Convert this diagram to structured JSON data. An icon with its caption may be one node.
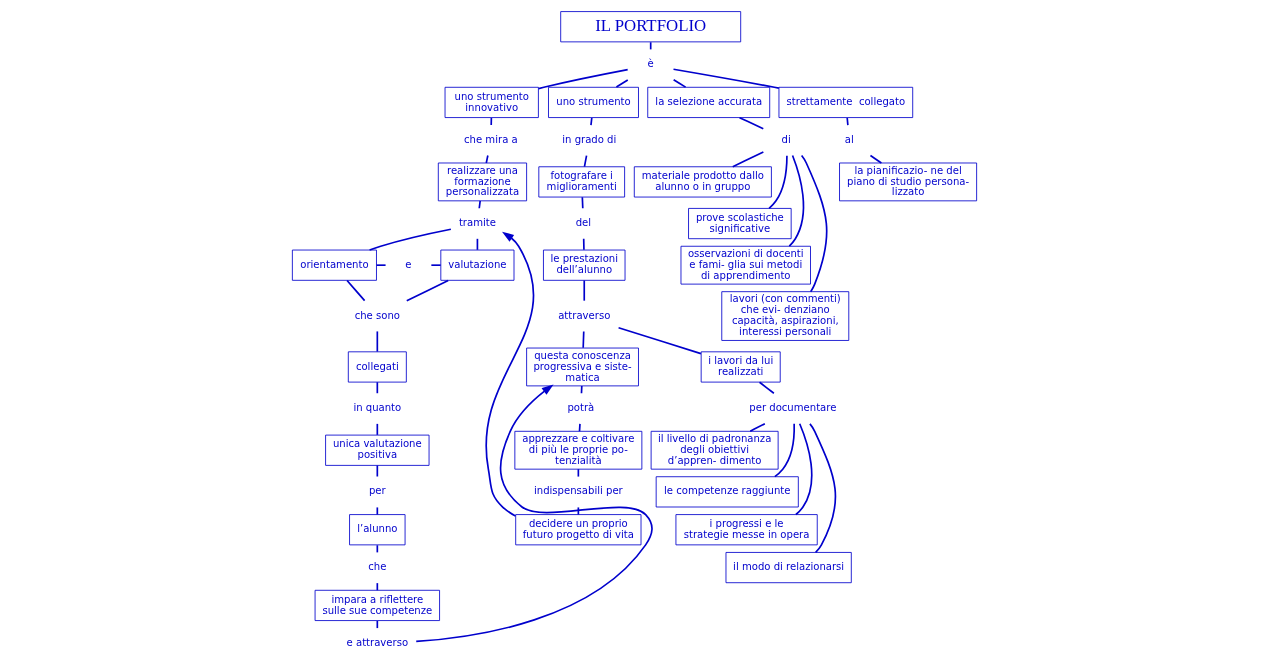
{
  "diagram": {
    "nodes": [
      {
        "text": [
          "IL PORTFOLIO"
        ]
      },
      {
        "text": [
          "è"
        ]
      },
      {
        "text": [
          "uno strumento  innovativo"
        ]
      },
      {
        "text": [
          "uno strumento"
        ]
      },
      {
        "text": [
          "la selezione accurata"
        ]
      },
      {
        "text": [
          "strettamente  collegato"
        ]
      },
      {
        "text": [
          "che mira a"
        ]
      },
      {
        "text": [
          "realizzare una formazione personalizzata"
        ]
      },
      {
        "text": [
          "tramite"
        ]
      },
      {
        "text": [
          "orientamento"
        ]
      },
      {
        "text": [
          "e"
        ]
      },
      {
        "text": [
          "valutazione"
        ]
      },
      {
        "text": [
          "che sono"
        ]
      },
      {
        "text": [
          "collegati"
        ]
      },
      {
        "text": [
          "in quanto"
        ]
      },
      {
        "text": [
          "unica valutazione positiva"
        ]
      },
      {
        "text": [
          "per"
        ]
      },
      {
        "text": [
          "l’alunno"
        ]
      },
      {
        "text": [
          "che"
        ]
      },
      {
        "text": [
          "impara a riflettere sulle sue competenze"
        ]
      },
      {
        "text": [
          "e attraverso"
        ]
      },
      {
        "text": [
          "in grado di"
        ]
      },
      {
        "text": [
          "fotografare i miglioramenti"
        ]
      },
      {
        "text": [
          "del"
        ]
      },
      {
        "text": [
          "le prestazioni dell’alunno"
        ]
      },
      {
        "text": [
          "attraverso"
        ]
      },
      {
        "text": [
          "questa conoscenza progressiva e siste- matica"
        ]
      },
      {
        "text": [
          "potrà"
        ]
      },
      {
        "text": [
          "apprezzare e coltivare di più le proprie po- tenzialità"
        ]
      },
      {
        "text": [
          "indispensabili per"
        ]
      },
      {
        "text": [
          "decidere un proprio futuro progetto di vita"
        ]
      },
      {
        "text": [
          "di"
        ]
      },
      {
        "text": [
          "materiale prodotto dallo alunno o in gruppo"
        ]
      },
      {
        "text": [
          "prove scolastiche significative"
        ]
      },
      {
        "text": [
          "osservazioni di docenti e fami- glia sui metodi di apprendimento"
        ]
      },
      {
        "text": [
          "lavori (con commenti) che evi- denziano capacità, aspirazioni, interessi personali"
        ]
      },
      {
        "text": [
          "i lavori da lui realizzati"
        ]
      },
      {
        "text": [
          "per documentare"
        ]
      },
      {
        "text": [
          "il livello di padronanza degli obiettivi d’appren- dimento"
        ]
      },
      {
        "text": [
          "le competenze raggiunte"
        ]
      },
      {
        "text": [
          "i progressi e le strategie messe in opera"
        ]
      },
      {
        "text": [
          "il modo di relazionarsi"
        ]
      },
      {
        "text": [
          "al"
        ]
      },
      {
        "text": [
          "la pianificazio- ne del piano di studio persona- lizzato"
        ]
      }
    ],
    "edges": [
      {
        "from": 0,
        "to": 1,
        "arrow": "none"
      },
      {
        "from": 1,
        "to": 2,
        "arrow": "none"
      },
      {
        "from": 1,
        "to": 3,
        "arrow": "none"
      },
      {
        "from": 1,
        "to": 4,
        "arrow": "none"
      },
      {
        "from": 1,
        "to": 5,
        "arrow": "none"
      },
      {
        "from": 2,
        "to": 6,
        "arrow": "none"
      },
      {
        "from": 6,
        "to": 7,
        "arrow": "none"
      },
      {
        "from": 7,
        "to": 8,
        "arrow": "none"
      },
      {
        "from": 8,
        "to": 9,
        "arrow": "none"
      },
      {
        "from": 8,
        "to": 11,
        "arrow": "none"
      },
      {
        "from": 9,
        "to": 10,
        "arrow": "none"
      },
      {
        "from": 10,
        "to": 11,
        "arrow": "none"
      },
      {
        "from": 9,
        "to": 12,
        "arrow": "none"
      },
      {
        "from": 11,
        "to": 12,
        "arrow": "none"
      },
      {
        "from": 12,
        "to": 13,
        "arrow": "none"
      },
      {
        "from": 13,
        "to": 14,
        "arrow": "none"
      },
      {
        "from": 14,
        "to": 15,
        "arrow": "none"
      },
      {
        "from": 15,
        "to": 16,
        "arrow": "none"
      },
      {
        "from": 16,
        "to": 17,
        "arrow": "none"
      },
      {
        "from": 17,
        "to": 18,
        "arrow": "none"
      },
      {
        "from": 18,
        "to": 19,
        "arrow": "none"
      },
      {
        "from": 19,
        "to": 20,
        "arrow": "none"
      },
      {
        "from": 20,
        "to": 26,
        "arrow": "to"
      },
      {
        "from": 3,
        "to": 21,
        "arrow": "none"
      },
      {
        "from": 21,
        "to": 22,
        "arrow": "none"
      },
      {
        "from": 22,
        "to": 23,
        "arrow": "none"
      },
      {
        "from": 23,
        "to": 24,
        "arrow": "none"
      },
      {
        "from": 24,
        "to": 25,
        "arrow": "none"
      },
      {
        "from": 25,
        "to": 26,
        "arrow": "none"
      },
      {
        "from": 26,
        "to": 27,
        "arrow": "none"
      },
      {
        "from": 27,
        "to": 28,
        "arrow": "none"
      },
      {
        "from": 28,
        "to": 29,
        "arrow": "none"
      },
      {
        "from": 29,
        "to": 30,
        "arrow": "none"
      },
      {
        "from": 30,
        "to": 8,
        "arrow": "to"
      },
      {
        "from": 25,
        "to": 36,
        "arrow": "none"
      },
      {
        "from": 4,
        "to": 31,
        "arrow": "none"
      },
      {
        "from": 31,
        "to": 32,
        "arrow": "none"
      },
      {
        "from": 31,
        "to": 33,
        "arrow": "none"
      },
      {
        "from": 31,
        "to": 34,
        "arrow": "none"
      },
      {
        "from": 31,
        "to": 35,
        "arrow": "none"
      },
      {
        "from": 36,
        "to": 37,
        "arrow": "none"
      },
      {
        "from": 37,
        "to": 38,
        "arrow": "none"
      },
      {
        "from": 37,
        "to": 39,
        "arrow": "none"
      },
      {
        "from": 37,
        "to": 40,
        "arrow": "none"
      },
      {
        "from": 37,
        "to": 41,
        "arrow": "none"
      },
      {
        "from": 5,
        "to": 42,
        "arrow": "none"
      },
      {
        "from": 42,
        "to": 43,
        "arrow": "none"
      }
    ]
  }
}
